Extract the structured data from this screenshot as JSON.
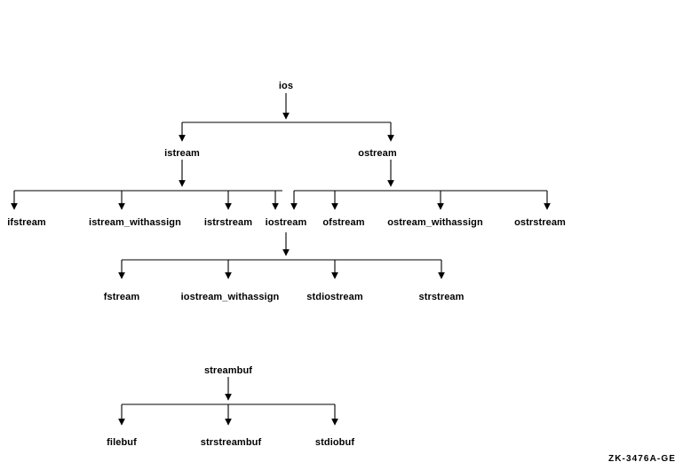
{
  "figure": {
    "id_label": "ZK-3476A-GE",
    "title": "",
    "background_color": "#ffffff",
    "line_color": "#000000",
    "text_color": "#000000"
  },
  "nodes": {
    "ios": "ios",
    "istream": "istream",
    "ostream": "ostream",
    "ifstream": "ifstream",
    "istream_withassign": "istream_withassign",
    "istrstream": "istrstream",
    "iostream": "iostream",
    "ofstream": "ofstream",
    "ostream_withassign": "ostream_withassign",
    "ostrstream": "ostrstream",
    "fstream": "fstream",
    "iostream_withassign": "iostream_withassign",
    "stdiostream": "stdiostream",
    "strstream": "strstream",
    "streambuf": "streambuf",
    "filebuf": "filebuf",
    "strstreambuf": "strstreambuf",
    "stdiobuf": "stdiobuf"
  },
  "hierarchy": {
    "trees": [
      {
        "root": "ios",
        "levels": [
          [
            "ios"
          ],
          [
            "istream",
            "ostream"
          ],
          [
            "ifstream",
            "istream_withassign",
            "istrstream",
            "iostream",
            "ofstream",
            "ostream_withassign",
            "ostrstream"
          ],
          [
            "fstream",
            "iostream_withassign",
            "stdiostream",
            "strstream"
          ]
        ],
        "edges": [
          [
            "ios",
            "istream"
          ],
          [
            "ios",
            "ostream"
          ],
          [
            "istream",
            "ifstream"
          ],
          [
            "istream",
            "istream_withassign"
          ],
          [
            "istream",
            "istrstream"
          ],
          [
            "istream",
            "iostream"
          ],
          [
            "ostream",
            "iostream"
          ],
          [
            "ostream",
            "ofstream"
          ],
          [
            "ostream",
            "ostream_withassign"
          ],
          [
            "ostream",
            "ostrstream"
          ],
          [
            "iostream",
            "fstream"
          ],
          [
            "iostream",
            "iostream_withassign"
          ],
          [
            "iostream",
            "stdiostream"
          ],
          [
            "iostream",
            "strstream"
          ]
        ]
      },
      {
        "root": "streambuf",
        "levels": [
          [
            "streambuf"
          ],
          [
            "filebuf",
            "strstreambuf",
            "stdiobuf"
          ]
        ],
        "edges": [
          [
            "streambuf",
            "filebuf"
          ],
          [
            "streambuf",
            "strstreambuf"
          ],
          [
            "streambuf",
            "stdiobuf"
          ]
        ]
      }
    ]
  }
}
